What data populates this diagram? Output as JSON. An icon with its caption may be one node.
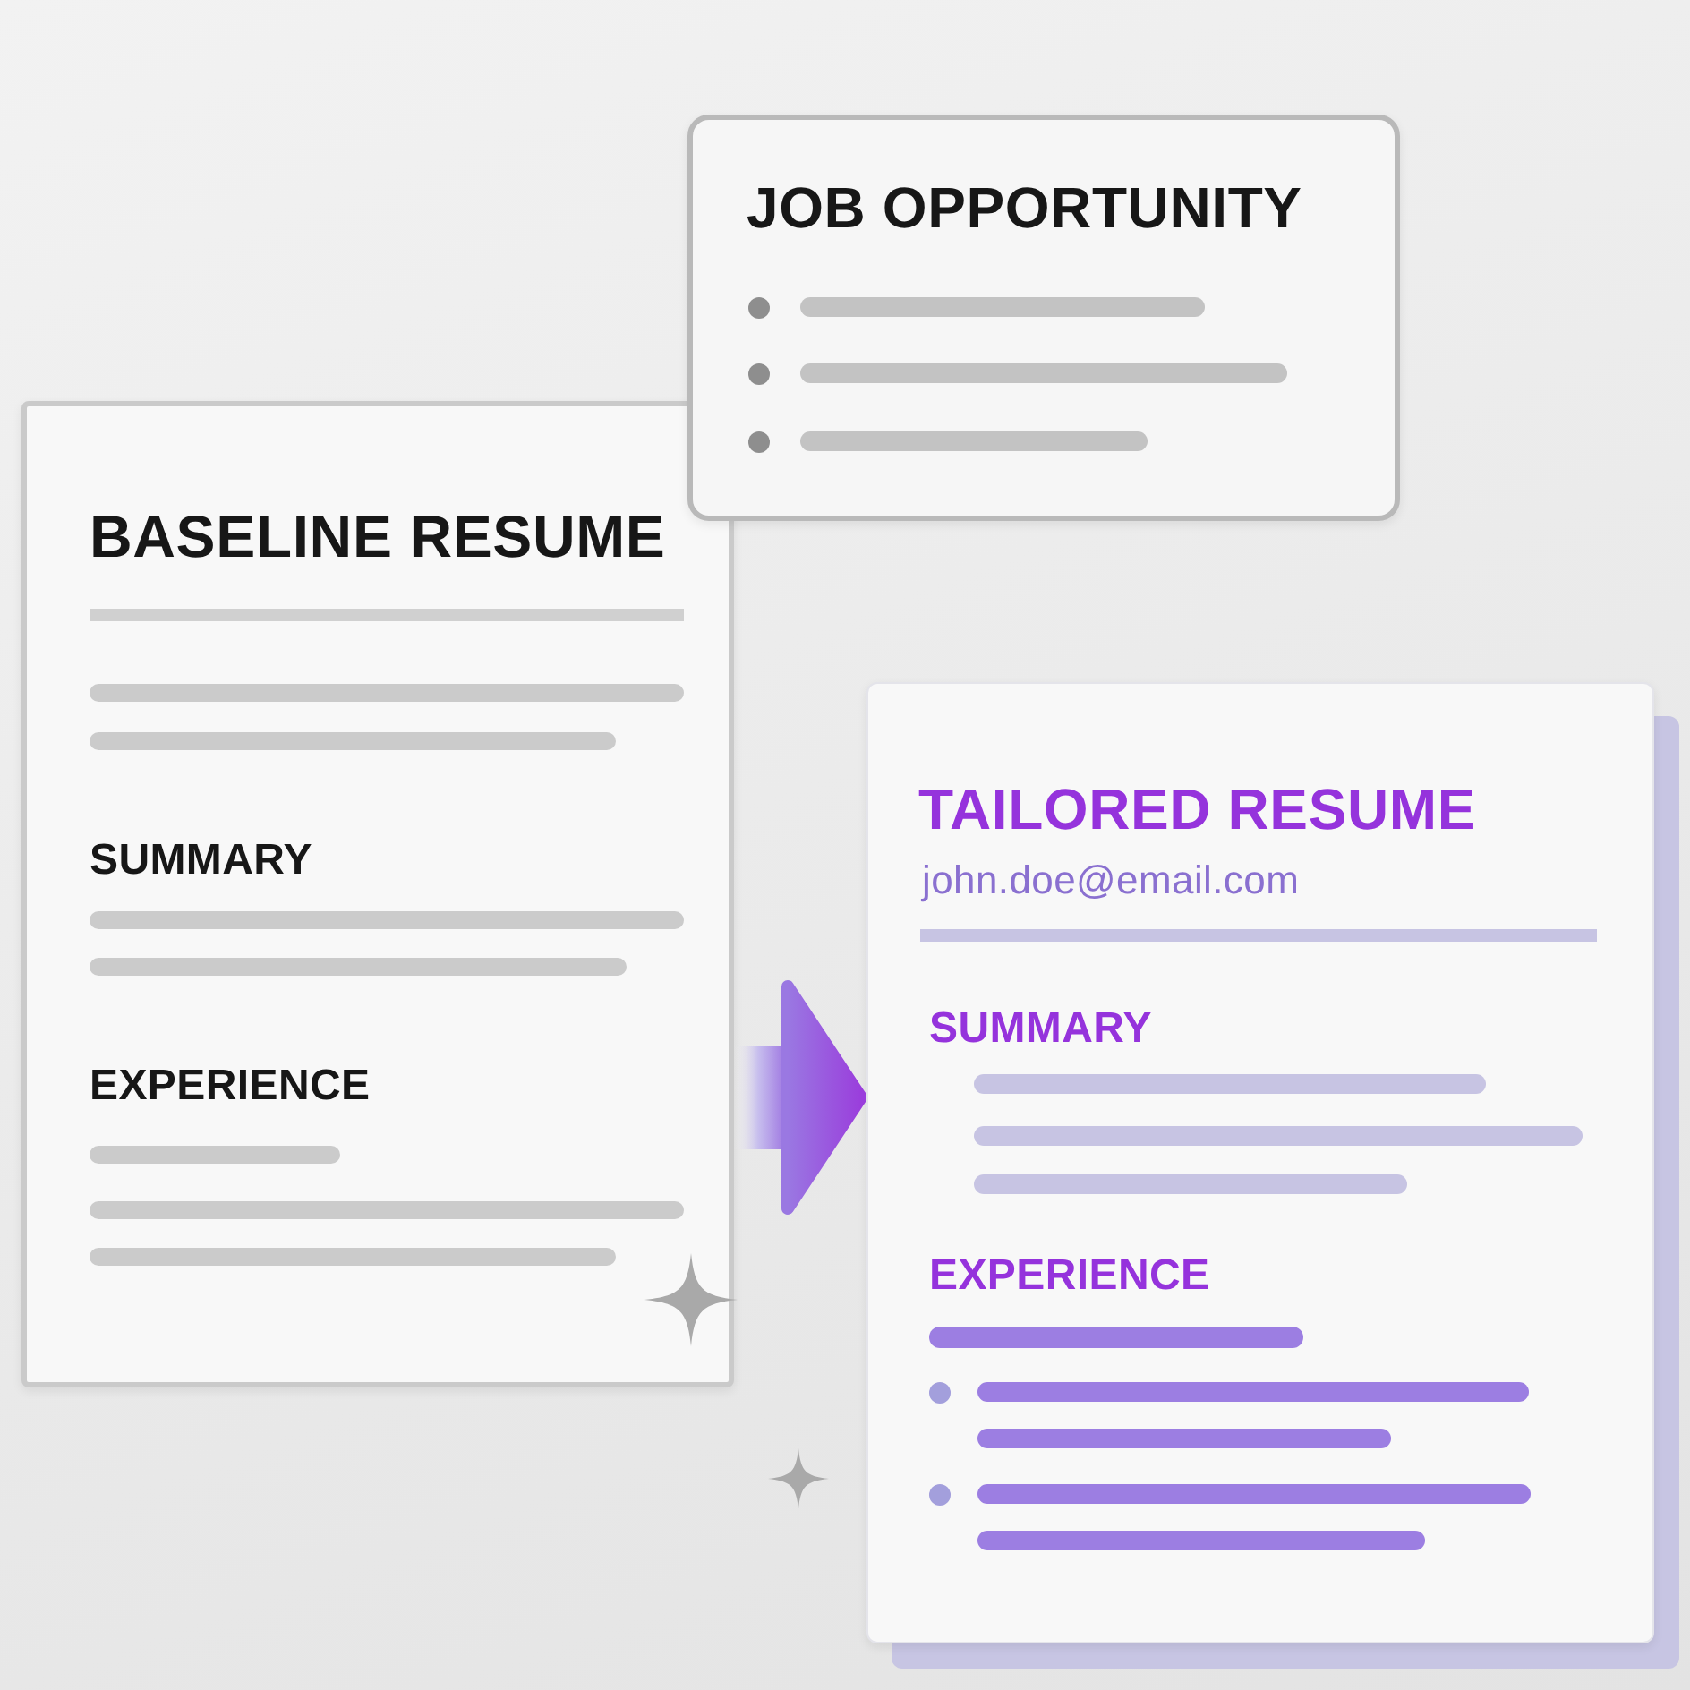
{
  "diagram": {
    "nodes": [
      {
        "text": [
          "JOB OPPORTUNITY"
        ]
      },
      {
        "text": [
          "BASELINE RESUME",
          "SUMMARY",
          "EXPERIENCE"
        ]
      },
      {
        "text": [
          "TAILORED RESUME",
          "john.doe@email.com",
          "SUMMARY",
          "EXPERIENCE"
        ]
      }
    ],
    "edges": [
      {
        "from": 1,
        "to": 2,
        "arrow": "to"
      }
    ]
  }
}
